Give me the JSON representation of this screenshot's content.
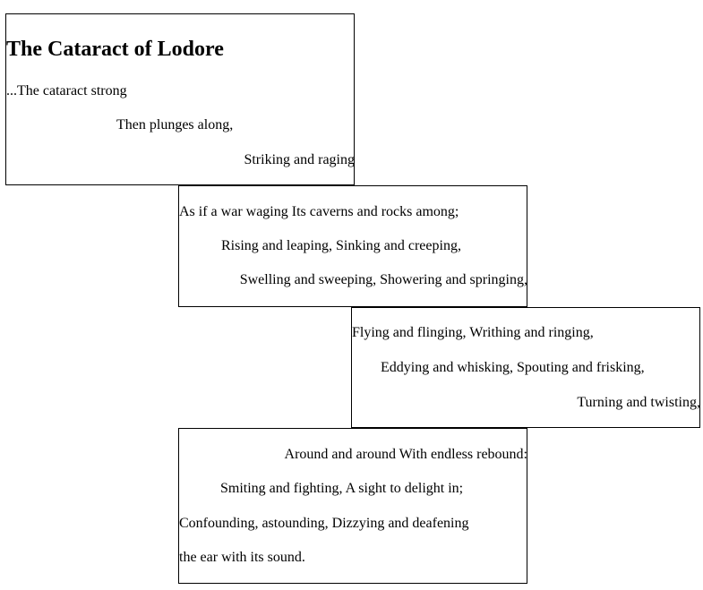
{
  "title": "The Cataract of Lodore",
  "box1": {
    "lines": [
      "...The cataract strong",
      "Then plunges along,",
      "Striking and raging"
    ]
  },
  "box2": {
    "lines": [
      "As if a war waging Its caverns and rocks among;",
      "Rising and leaping, Sinking and creeping,",
      "Swelling and sweeping, Showering and springing,"
    ]
  },
  "box3": {
    "lines": [
      "Flying and flinging, Writhing and ringing,",
      "Eddying and whisking, Spouting and frisking,",
      "Turning and twisting,"
    ]
  },
  "box4": {
    "lines": [
      "Around and around With endless rebound:",
      "Smiting and fighting, A sight to delight in;",
      "Confounding, astounding, Dizzying and deafening",
      "the ear with its sound."
    ]
  }
}
